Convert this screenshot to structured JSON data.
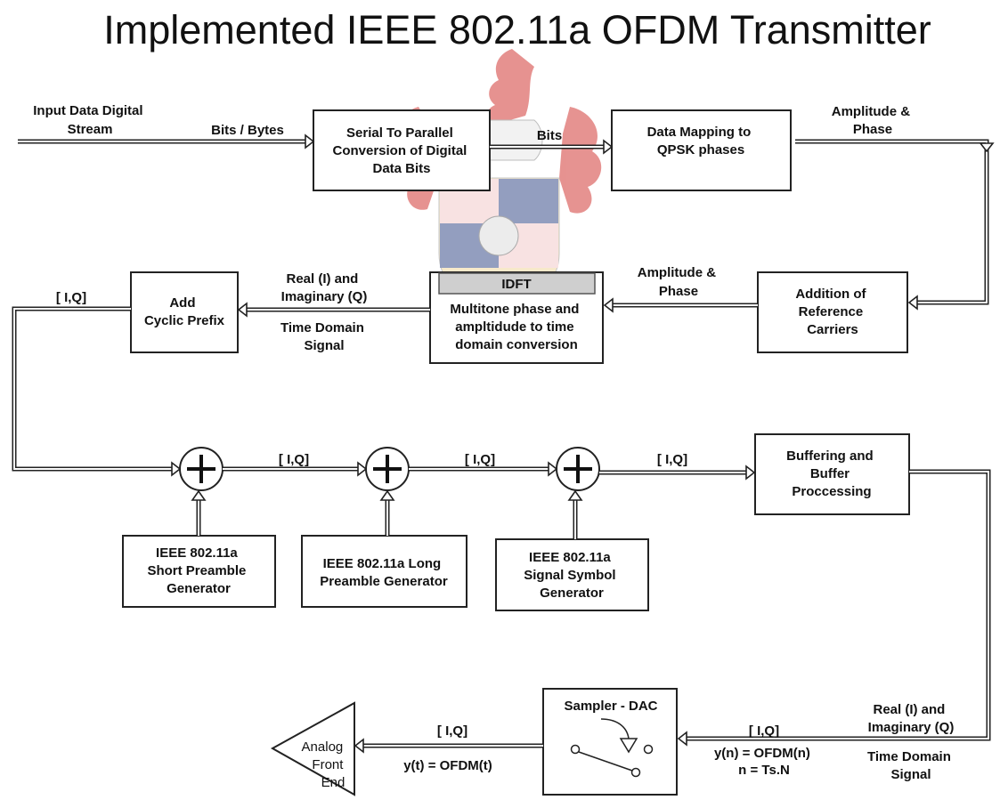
{
  "title": "Implemented IEEE 802.11a OFDM Transmitter",
  "blocks": {
    "serial_to_parallel": [
      "Serial To Parallel",
      "Conversion of Digital",
      "Data Bits"
    ],
    "data_mapping": [
      "Data Mapping to",
      "QPSK phases"
    ],
    "addition_reference": [
      "Addition of",
      "Reference",
      "Carriers"
    ],
    "idft_header": "IDFT",
    "idft_body": [
      "Multitone phase and",
      "ampltidude to time",
      "domain conversion"
    ],
    "add_cyclic_prefix": [
      "Add",
      "Cyclic Prefix"
    ],
    "buffering": [
      "Buffering and",
      "Buffer",
      "Proccessing"
    ],
    "short_preamble": [
      "IEEE 802.11a",
      "Short Preamble",
      "Generator"
    ],
    "long_preamble": [
      "IEEE 802.11a Long",
      "Preamble Generator"
    ],
    "signal_symbol": [
      "IEEE 802.11a",
      "Signal Symbol",
      "Generator"
    ],
    "sampler_dac": "Sampler - DAC",
    "analog_front_end": [
      "Analog",
      "Front",
      "End"
    ]
  },
  "labels": {
    "input_stream": [
      "Input Data Digital",
      "Stream"
    ],
    "bits_bytes": "Bits / Bytes",
    "bits": "Bits",
    "amp_phase_1": [
      "Amplitude &",
      "Phase"
    ],
    "amp_phase_2": [
      "Amplitude &",
      "Phase"
    ],
    "real_imag_1": [
      "Real (I) and",
      "Imaginary (Q)"
    ],
    "time_domain_1": [
      "Time Domain",
      "Signal"
    ],
    "iq_cp_out": "[ I,Q]",
    "iq_1": "[ I,Q]",
    "iq_2": "[ I,Q]",
    "iq_3": "[ I,Q]",
    "real_imag_2": [
      "Real (I) and",
      "Imaginary (Q)"
    ],
    "time_domain_2": [
      "Time Domain",
      "Signal"
    ],
    "iq_dac_in": "[ I,Q]",
    "yn_eq": [
      "y(n) = OFDM(n)",
      "n = Ts.N"
    ],
    "iq_dac_out": "[ I,Q]",
    "yt_eq": "y(t) = OFDM(t)"
  },
  "colors": {
    "stroke": "#222222",
    "idft_header_fill": "#cfcfcf",
    "crest_red": "#d23a36",
    "shield_blue": "#3c4f8c",
    "shield_gold": "#f2d8a0"
  }
}
